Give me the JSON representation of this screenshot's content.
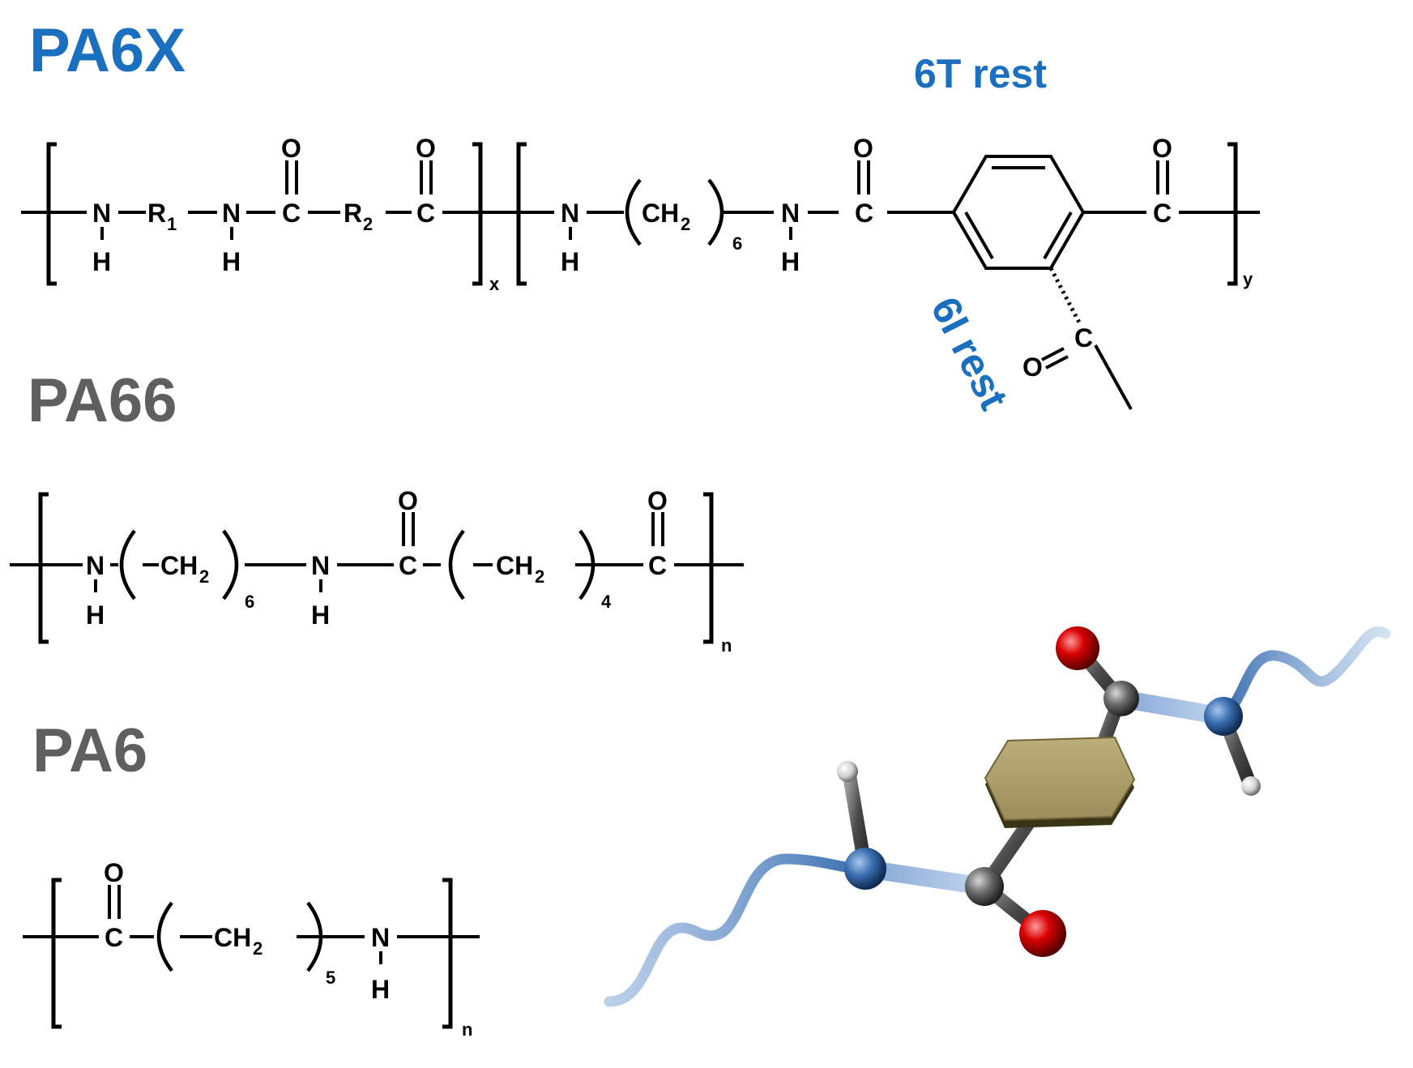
{
  "labels": {
    "pa6x": "PA6X",
    "pa66": "PA66",
    "pa6": "PA6",
    "rest_6t": "6T rest",
    "rest_6i": "6I rest"
  },
  "atoms": {
    "N": "N",
    "H": "H",
    "C": "C",
    "O": "O",
    "R": "R",
    "CH": "CH",
    "r1_sub": "1",
    "r2_sub": "2",
    "ch2_sub": "2"
  },
  "repeat_counts": {
    "pa6x_x": "x",
    "pa6x_y": "y",
    "pa6x_ch2": "6",
    "pa66_ch2_a": "6",
    "pa66_ch2_b": "4",
    "pa66_n": "n",
    "pa6_ch2": "5",
    "pa6_n": "n"
  },
  "colors": {
    "label_blue": "#1a6fbf",
    "label_gray": "#5f5f5f",
    "oxygen": "#cc0000",
    "nitrogen": "#3a6fb0",
    "carbon": "#555555",
    "hydrogen": "#dddddd",
    "ring": "#a89a68",
    "chain": "#5b86c4"
  }
}
